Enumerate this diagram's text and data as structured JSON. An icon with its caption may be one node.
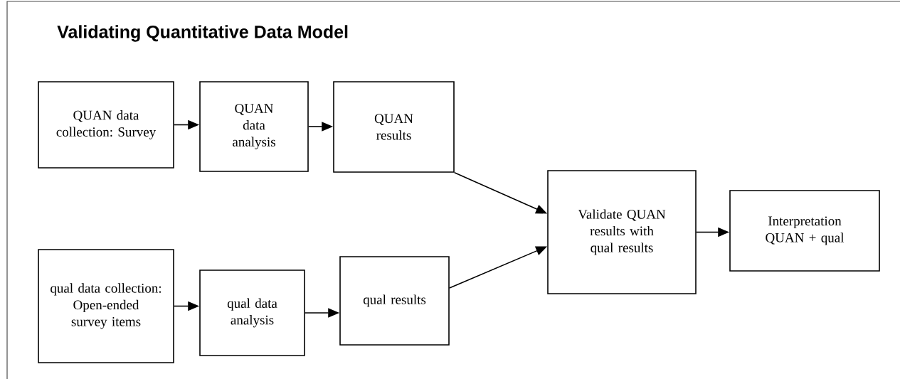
{
  "diagram": {
    "title": "Validating Quantitative Data Model",
    "nodes": [
      {
        "text": [
          "QUAN data collection: Survey"
        ]
      },
      {
        "text": [
          "QUAN data analysis"
        ]
      },
      {
        "text": [
          "QUAN results"
        ]
      },
      {
        "text": [
          "qual data collection: Open-ended survey items"
        ]
      },
      {
        "text": [
          "qual data analysis"
        ]
      },
      {
        "text": [
          "qual results"
        ]
      },
      {
        "text": [
          "Validate QUAN results with qual results"
        ]
      },
      {
        "text": [
          "Interpretation QUAN + qual"
        ]
      }
    ],
    "edges": [
      {
        "from": 0,
        "to": 1,
        "arrow": "to"
      },
      {
        "from": 1,
        "to": 2,
        "arrow": "to"
      },
      {
        "from": 2,
        "to": 6,
        "arrow": "to"
      },
      {
        "from": 3,
        "to": 4,
        "arrow": "to"
      },
      {
        "from": 4,
        "to": 5,
        "arrow": "to"
      },
      {
        "from": 5,
        "to": 6,
        "arrow": "to"
      },
      {
        "from": 6,
        "to": 7,
        "arrow": "to"
      }
    ]
  }
}
